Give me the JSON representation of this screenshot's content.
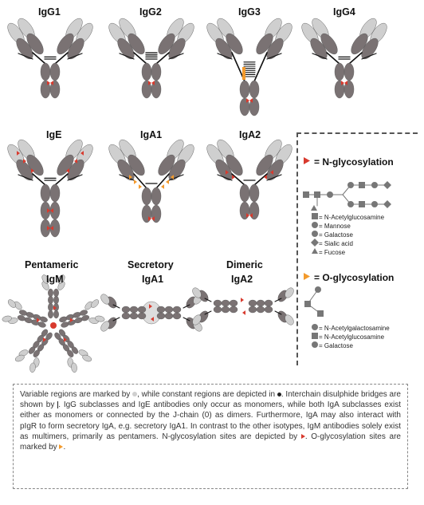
{
  "antibodies": {
    "igg1": "IgG1",
    "igg2": "IgG2",
    "igg3": "IgG3",
    "igg4": "IgG4",
    "ige": "IgE",
    "iga1": "IgA1",
    "iga2": "IgA2",
    "pentameric_line1": "Pentameric",
    "pentameric_line2": "IgM",
    "secretory_line1": "Secretory",
    "secretory_line2": "IgA1",
    "dimeric_line1": "Dimeric",
    "dimeric_line2": "IgA2"
  },
  "legend": {
    "n_title": "= N-glycosylation",
    "n_items": [
      "= N-Acetylglucosamine",
      "= Mannose",
      "= Galactose",
      "= Sialic acid",
      "= Fucose"
    ],
    "o_title": "= O-glycosylation",
    "o_items": [
      "= N-Acetylgalactosamine",
      "= N-Acetylglucosamine",
      "= Galactose"
    ]
  },
  "caption": {
    "p1": "Variable regions are marked by ",
    "p2": ", while constant regions are depicted in ",
    "p3": ". Interchain disulphide bridges are shown by ",
    "p4": ". IgG subclasses and IgE antibodies only occur as monomers, while both IgA subclasses exist either as monomers or connected by the J-chain (0) as dimers. Furthermore, IgA may also interact with pIgR to form secretory IgA, e.g. secretory IgA1. In contrast to the other isotypes, IgM antibodies solely exist as multimers, primarily as pentamers. N-glycosylation sites are depicted by ",
    "p5": ". O-glycosylation sites are marked by ",
    "p6": "."
  },
  "colors": {
    "variable": "#cfcfcf",
    "constant": "#7a7273",
    "n_glyco": "#d83a2e",
    "o_glyco": "#f39a2c",
    "bridge": "#111111"
  }
}
